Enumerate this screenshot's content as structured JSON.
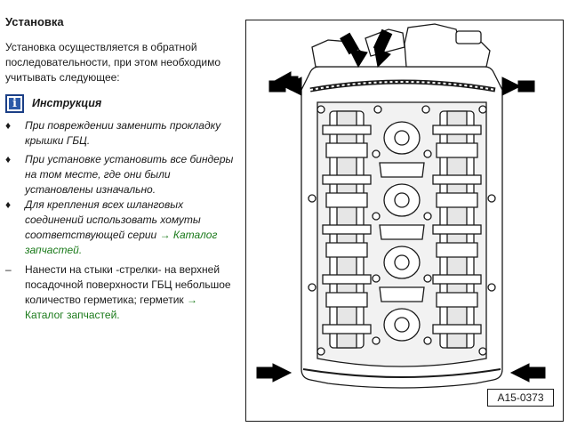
{
  "heading": "Установка",
  "intro": "Установка осуществляется в обратной последовательности, при этом необходимо учитывать следующее:",
  "instructions": {
    "icon": "info-icon",
    "title": "Инструкция",
    "items": [
      {
        "bullet": "♦",
        "text": "При повреждении заменить прокладку крышки ГБЦ."
      },
      {
        "bullet": "♦",
        "text": "При установке установить все биндеры на том месте, где они были установлены изначально."
      },
      {
        "bullet": "♦",
        "text": "Для крепления всех шланговых соединений использовать хомуты соответствующей серии",
        "link": "→ Каталог запчастей."
      }
    ]
  },
  "step": {
    "bullet": "–",
    "text": "Нанести на стыки -стрелки- на верхней посадочной поверхности ГБЦ небольшое количество герметика; герметик",
    "link": "→ Каталог запчастей."
  },
  "figure": {
    "label": "A15-0373",
    "colors": {
      "line": "#1a1a1a",
      "fill": "#ffffff",
      "shade": "#e6e6e6"
    }
  }
}
